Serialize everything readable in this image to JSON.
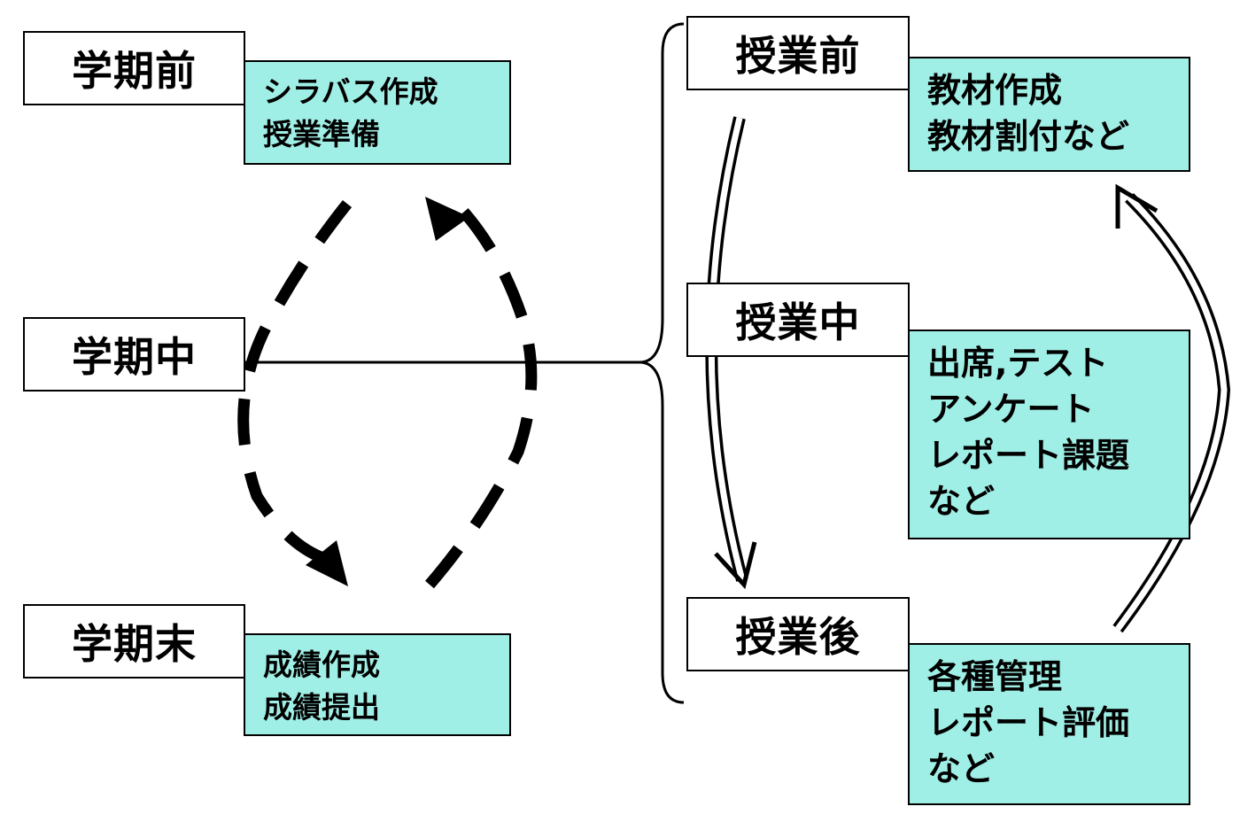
{
  "semester": {
    "before": {
      "label": "学期前",
      "notes": [
        "シラバス作成",
        "授業準備"
      ]
    },
    "during": {
      "label": "学期中"
    },
    "end": {
      "label": "学期末",
      "notes": [
        "成績作成",
        "成績提出"
      ]
    }
  },
  "lesson": {
    "before": {
      "label": "授業前",
      "notes": [
        "教材作成",
        "教材割付など"
      ]
    },
    "during": {
      "label": "授業中",
      "notes": [
        "出席,テスト",
        "アンケート",
        "レポート課題",
        "など"
      ]
    },
    "after": {
      "label": "授業後",
      "notes": [
        "各種管理",
        "レポート評価",
        "など"
      ]
    }
  },
  "colors": {
    "note_fill": "#a0efe6",
    "stroke": "#000000"
  }
}
